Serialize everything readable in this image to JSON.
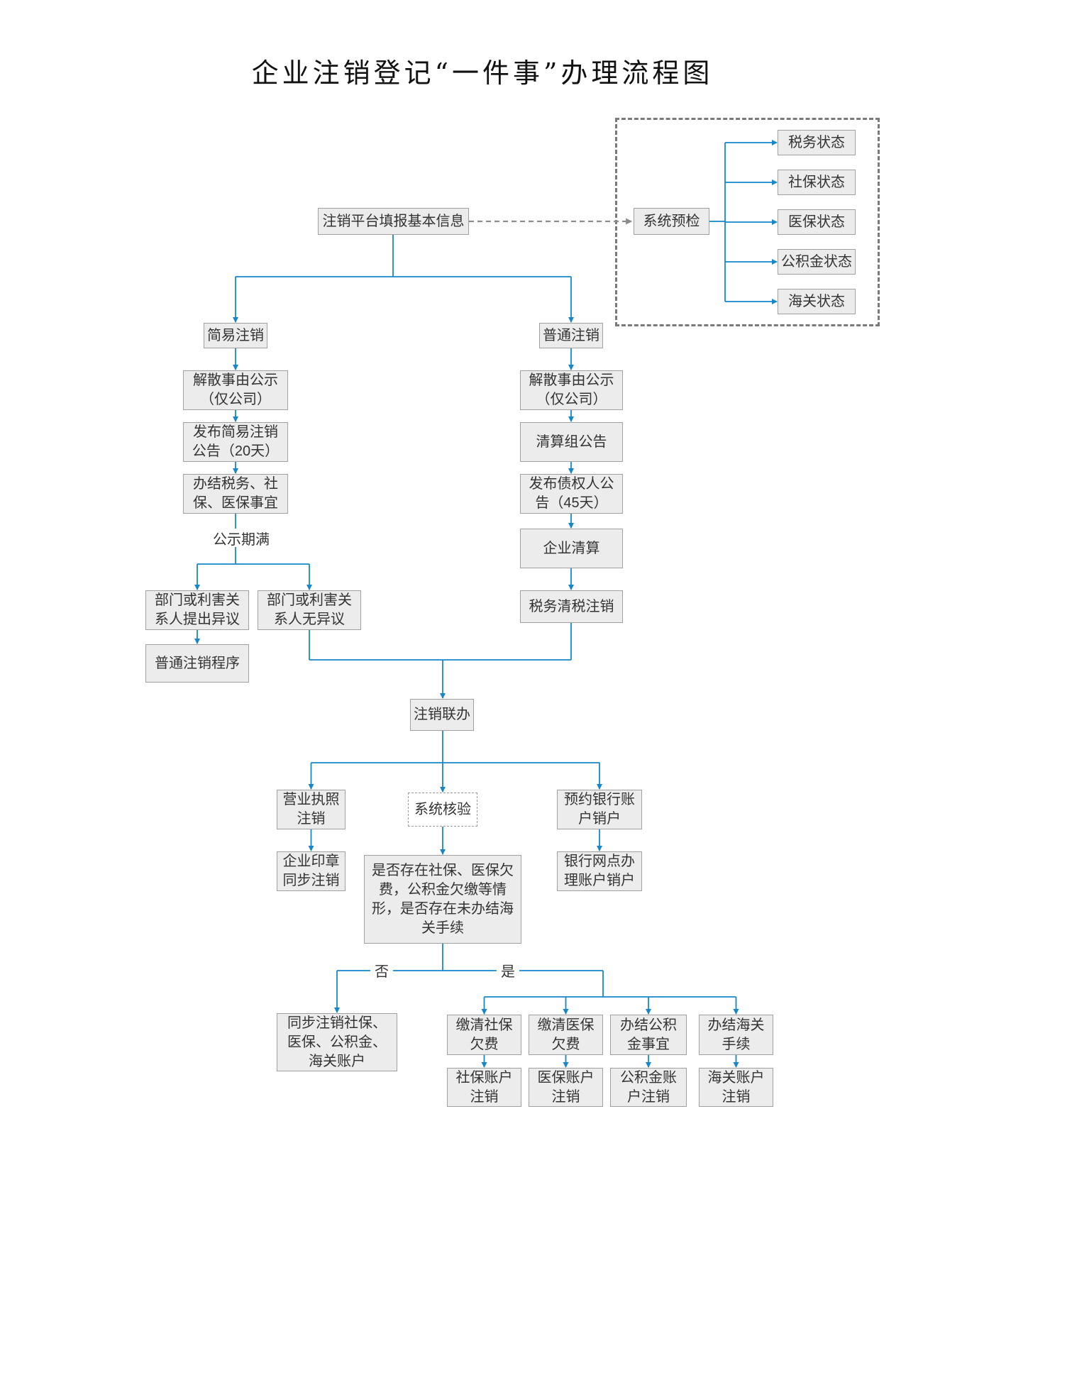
{
  "title": "企业注销登记“一件事”办理流程图",
  "colors": {
    "connector": "#1787c9",
    "box_fill": "#ececec",
    "box_border": "#a0a0a0",
    "dashed_gray": "#8c8c8c",
    "frame_gray": "#7a7a7a",
    "text": "#333333"
  },
  "nodes": {
    "platform": {
      "label": "注销平台填报基本信息"
    },
    "precheck": {
      "label": "系统预检"
    },
    "status_tax": {
      "label": "税务状态"
    },
    "status_social": {
      "label": "社保状态"
    },
    "status_medical": {
      "label": "医保状态"
    },
    "status_fund": {
      "label": "公积金状态"
    },
    "status_customs": {
      "label": "海关状态"
    },
    "simple": {
      "label": "简易注销"
    },
    "normal": {
      "label": "普通注销"
    },
    "dissolve_simple": {
      "label": "解散事由公示\n（仅公司）"
    },
    "simple_notice": {
      "label": "发布简易注销\n公告（20天）"
    },
    "tax_social_medical": {
      "label": "办结税务、社\n保、医保事宜"
    },
    "publicity_label": {
      "label": "公示期满"
    },
    "objection": {
      "label": "部门或利害关\n系人提出异议"
    },
    "no_objection": {
      "label": "部门或利害关\n系人无异议"
    },
    "normal_procedure": {
      "label": "普通注销程序"
    },
    "dissolve_normal": {
      "label": "解散事由公示\n（仅公司）"
    },
    "liquidation_group": {
      "label": "清算组公告"
    },
    "creditor_notice": {
      "label": "发布债权人公\n告（45天）"
    },
    "liquidation": {
      "label": "企业清算"
    },
    "tax_clear": {
      "label": "税务清税注销"
    },
    "joint": {
      "label": "注销联办"
    },
    "license": {
      "label": "营业执照\n注销"
    },
    "verify": {
      "label": "系统核验"
    },
    "bank_reserve": {
      "label": "预约银行账\n户销户"
    },
    "seal": {
      "label": "企业印章\n同步注销"
    },
    "check": {
      "label": "是否存在社保、医保欠\n费，公积金欠缴等情\n形，是否存在未办结海\n关手续"
    },
    "bank_handle": {
      "label": "银行网点办\n理账户销户"
    },
    "no_label": {
      "label": "否"
    },
    "yes_label": {
      "label": "是"
    },
    "sync_dereg": {
      "label": "同步注销社保、\n医保、公积金、\n海关账户"
    },
    "pay_social": {
      "label": "缴清社保\n欠费"
    },
    "pay_medical": {
      "label": "缴清医保\n欠费"
    },
    "fund_matters": {
      "label": "办结公积\n金事宜"
    },
    "customs_matters": {
      "label": "办结海关\n手续"
    },
    "social_account": {
      "label": "社保账户\n注销"
    },
    "medical_account": {
      "label": "医保账户\n注销"
    },
    "fund_account": {
      "label": "公积金账\n户注销"
    },
    "customs_account": {
      "label": "海关账户\n注销"
    }
  }
}
